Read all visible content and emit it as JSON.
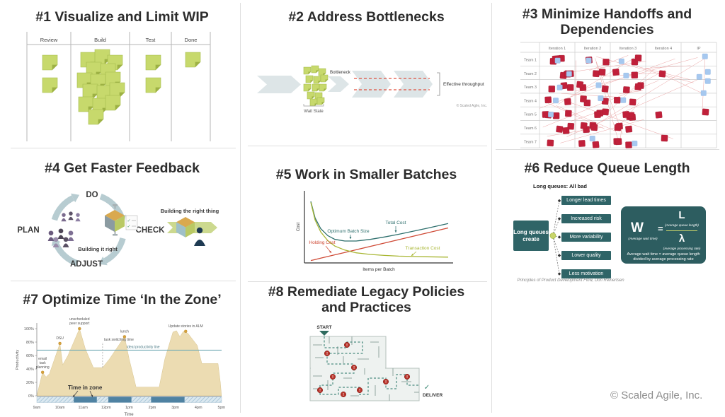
{
  "page": {
    "background": "#ffffff",
    "copyright": "© Scaled Agile, Inc."
  },
  "panels": {
    "p1": {
      "title": "#1 Visualize and Limit WIP",
      "board": {
        "columns": [
          "Review",
          "Build",
          "Test",
          "Done"
        ],
        "sticky_counts": [
          2,
          15,
          2,
          1
        ]
      }
    },
    "p2": {
      "title": "#2 Address Bottlenecks",
      "labels": {
        "bottleneck": "Bottleneck",
        "wait_state": "Wait State",
        "throughput": "Effective throughput",
        "copyright": "© Scaled Agile, Inc."
      },
      "wait_sticky_count": 13
    },
    "p3": {
      "title": "#3 Minimize Handoffs and Dependencies",
      "iterations": [
        "Iteration 1",
        "Iteration 2",
        "Iteration 3",
        "Iteration 4",
        "IP"
      ],
      "teams": [
        "Team 1",
        "Team 2",
        "Team 3",
        "Team 4",
        "Team 5",
        "Team 6",
        "Team 7"
      ]
    },
    "p4": {
      "title": "#4 Get Faster Feedback",
      "steps": [
        "PLAN",
        "DO",
        "CHECK",
        "ADJUST"
      ],
      "captions": {
        "left": "Building it right",
        "right": "Building the right thing"
      }
    },
    "p5": {
      "title": "#5 Work in Smaller Batches"
    },
    "p6": {
      "title": "#6 Reduce Queue Length",
      "heading": "Long queues: All bad",
      "source_box": "Long queues create",
      "effects": [
        "Longer lead times",
        "Increased risk",
        "More variability",
        "Lower quality",
        "Less motivation"
      ],
      "formula": {
        "w": "W",
        "w_caption": "(Average wait time)",
        "equals": "=",
        "numerator": "L",
        "numerator_caption": "(Average queue length)",
        "denominator": "λ",
        "denominator_caption": "(Average processing rate)",
        "caption": "Average wait time = average queue length divided by average processing rate"
      },
      "citation": "Principles of Product Development Flow, Don Reinertsen"
    },
    "p7": {
      "title": "#7 Optimize Time ‘In the Zone’"
    },
    "p8": {
      "title": "#8 Remediate Legacy Policies and Practices",
      "start_label": "START",
      "deliver_label": "DELIVER",
      "obstacle_count": 9
    }
  },
  "chart_data": [
    {
      "id": "batch_size_cost",
      "panel": "p5",
      "type": "line",
      "xlabel": "Items per Batch",
      "ylabel": "Cost",
      "x": [
        3,
        6,
        10,
        15,
        20,
        27,
        35,
        45,
        55,
        65,
        75,
        85,
        100
      ],
      "series": [
        {
          "name": "Total Cost",
          "color": "#2e6f6d",
          "values": [
            89.5,
            65,
            49,
            38.5,
            33,
            30.5,
            30.5,
            33,
            36.5,
            40.5,
            45,
            49.5,
            56.5
          ]
        },
        {
          "name": "Holding Cost",
          "color": "#cf4a36",
          "values": [
            1.5,
            3,
            5,
            7.5,
            10,
            13.5,
            17.5,
            22.5,
            27.5,
            32.5,
            37.5,
            42.5,
            50
          ]
        },
        {
          "name": "Transaction Cost",
          "color": "#a8b632",
          "values": [
            88,
            62,
            44,
            31,
            23,
            17,
            13,
            10.5,
            9,
            8,
            7.5,
            7,
            6.5
          ]
        }
      ],
      "annotations": [
        {
          "label": "Optimum Batch Size",
          "x": 31
        }
      ],
      "grid": false,
      "legend": "inline-labels"
    },
    {
      "id": "time_in_zone",
      "panel": "p7",
      "type": "area",
      "xlabel": "Time",
      "ylabel": "Productivity",
      "area_color": "#ecdcb2",
      "x_tick_labels": [
        "9am",
        "10am",
        "11am",
        "12pm",
        "1pm",
        "2pm",
        "3pm",
        "4pm",
        "5pm"
      ],
      "y_tick_labels": [
        "0%",
        "20%",
        "40%",
        "60%",
        "80%",
        "100%"
      ],
      "x_hours": [
        9,
        9.25,
        9.4,
        9.55,
        10,
        10.12,
        10.35,
        10.85,
        11.1,
        11.45,
        11.85,
        12.15,
        12.8,
        13.0,
        13.3,
        14.3,
        14.55,
        14.9,
        15.05,
        15.2,
        15.35,
        15.55,
        15.95,
        16.15,
        16.3,
        16.85,
        16.95,
        17
      ],
      "y_percent": [
        0,
        35,
        28,
        33,
        78,
        46,
        60,
        100,
        70,
        42,
        42,
        55,
        88,
        55,
        13,
        13,
        55,
        95,
        97,
        88,
        96,
        93,
        75,
        48,
        48,
        48,
        20,
        0
      ],
      "ideal_line": {
        "y": 68,
        "label": "ideal productivity line"
      },
      "annotations": [
        {
          "label": "email task planning",
          "lines": [
            "email",
            "task",
            "planning"
          ],
          "x": 9.25,
          "y": 35
        },
        {
          "label": "DSU",
          "lines": [
            "DSU"
          ],
          "x": 10,
          "y": 78
        },
        {
          "label": "unscheduled peer support",
          "lines": [
            "unscheduled",
            "peer support"
          ],
          "x": 10.85,
          "y": 100
        },
        {
          "label": "task switching time",
          "lines": [
            "task switching time"
          ],
          "x": 11.85,
          "y": 80,
          "style": "dashed-line"
        },
        {
          "label": "lunch",
          "lines": [
            "lunch"
          ],
          "x": 12.8,
          "y": 88
        },
        {
          "label": "Update stories in ALM",
          "lines": [
            "Update stories in ALM"
          ],
          "x": 15.45,
          "y": 96
        }
      ],
      "zone": {
        "label": "Time in zone",
        "segments": [
          [
            10.6,
            11.6
          ],
          [
            12.1,
            13.1
          ],
          [
            13.95,
            15.4
          ]
        ]
      }
    }
  ]
}
